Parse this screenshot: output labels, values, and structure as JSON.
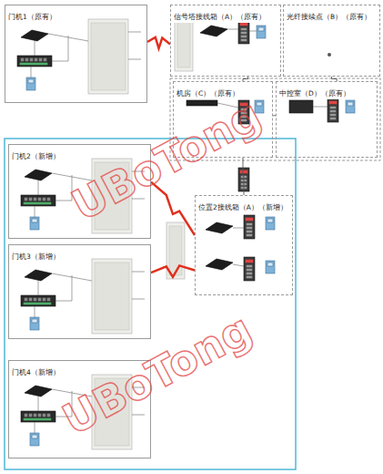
{
  "diagram": {
    "nodes": [
      {
        "text": [
          "门机1（原有）"
        ]
      },
      {
        "text": [
          "信号塔接线箱（A）（原有）"
        ]
      },
      {
        "text": [
          "光纤接续点（B）（原有）"
        ]
      },
      {
        "text": [
          "机房（C）（原有）"
        ]
      },
      {
        "text": [
          "中控室（D）（原有）"
        ]
      },
      {
        "text": [
          "门机2（新增）"
        ]
      },
      {
        "text": [
          "位置2接线箱（A）（新增）"
        ]
      },
      {
        "text": [
          "门机3（新增）"
        ]
      },
      {
        "text": [
          "门机4（新增）"
        ]
      }
    ],
    "edges": [
      {
        "from": 0,
        "to": 1,
        "arrow": "none"
      },
      {
        "from": 1,
        "to": 3,
        "arrow": "none"
      },
      {
        "from": 2,
        "to": 4,
        "arrow": "none"
      },
      {
        "from": 3,
        "to": 4,
        "arrow": "none"
      },
      {
        "from": 3,
        "to": 6,
        "arrow": "none"
      },
      {
        "from": 5,
        "to": 6,
        "arrow": "none"
      },
      {
        "from": 7,
        "to": 6,
        "arrow": "none"
      }
    ],
    "labels": [
      "UBoTong",
      "UBoTong"
    ]
  }
}
